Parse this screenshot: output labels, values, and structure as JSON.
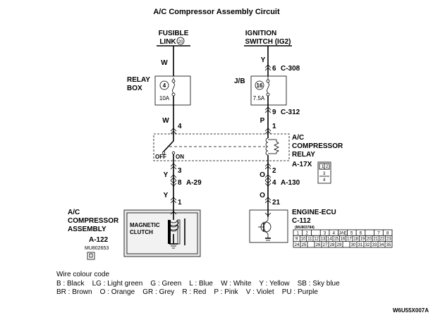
{
  "title": "A/C Compressor Assembly Circuit",
  "sources": {
    "fusible_link": {
      "line1": "FUSIBLE",
      "line2": "LINK",
      "number": "20"
    },
    "ignition_switch": {
      "line1": "IGNITION",
      "line2": "SWITCH (IG2)"
    }
  },
  "wire_colors": {
    "left_top": "W",
    "left_mid": "W",
    "left_low1": "Y",
    "left_low2": "Y",
    "right_top": "Y",
    "right_mid": "P",
    "right_low": "O",
    "right_low2": "O"
  },
  "relay_box": {
    "line1": "RELAY",
    "line2": "BOX",
    "fuse_number": "4",
    "fuse_rating": "10A"
  },
  "jb": {
    "label": "J/B",
    "fuse_number": "16",
    "fuse_rating": "7.5A"
  },
  "connectors": {
    "c308": {
      "pin": "6",
      "name": "C-308"
    },
    "c312": {
      "pin": "9",
      "name": "C-312"
    },
    "relay_left_top": {
      "pin": "4"
    },
    "relay_right_top": {
      "pin": "1"
    },
    "relay_left_bottom": {
      "pin": "3"
    },
    "relay_right_bottom": {
      "pin": "2"
    },
    "a29": {
      "pin": "8",
      "name": "A-29"
    },
    "a130": {
      "pin": "4",
      "name": "A-130"
    },
    "compressor_pin": {
      "pin": "1"
    },
    "ecu_pin": {
      "pin": "21"
    }
  },
  "relay": {
    "line1": "A/C",
    "line2": "COMPRESSOR",
    "line3": "RELAY",
    "off": "OFF",
    "on": "ON",
    "connector": "A-17X",
    "pins": [
      "1",
      "2",
      "3",
      "4"
    ]
  },
  "compressor": {
    "line1": "A/C",
    "line2": "COMPRESSOR",
    "line3": "ASSEMBLY",
    "clutch1": "MAGNETIC",
    "clutch2": "CLUTCH",
    "connector": "A-122",
    "part": "MU802653"
  },
  "ecu": {
    "name": "ENGINE-ECU",
    "connector": "C-112",
    "part": "(MU803784)",
    "jae": "JAE",
    "row1": [
      "1",
      "2",
      "",
      "3",
      "4",
      "JAE",
      "5",
      "6",
      "",
      "7",
      "8"
    ],
    "row2": [
      "9",
      "10",
      "11",
      "12",
      "13",
      "14",
      "15",
      "16",
      "17",
      "18",
      "19",
      "20",
      "21",
      "22",
      "23"
    ],
    "row3": [
      "24",
      "25",
      "",
      "26",
      "27",
      "28",
      "29",
      "",
      "30",
      "31",
      "32",
      "33",
      "34",
      "35"
    ]
  },
  "legend": {
    "heading": "Wire colour code",
    "line1": "B : Black    LG : Light green    G : Green    L : Blue    W : White    Y : Yellow    SB : Sky blue",
    "line2": "BR : Brown    O : Orange    GR : Grey    R : Red    P : Pink    V : Violet    PU : Purple"
  },
  "drawing_id": "W6U55X007A"
}
